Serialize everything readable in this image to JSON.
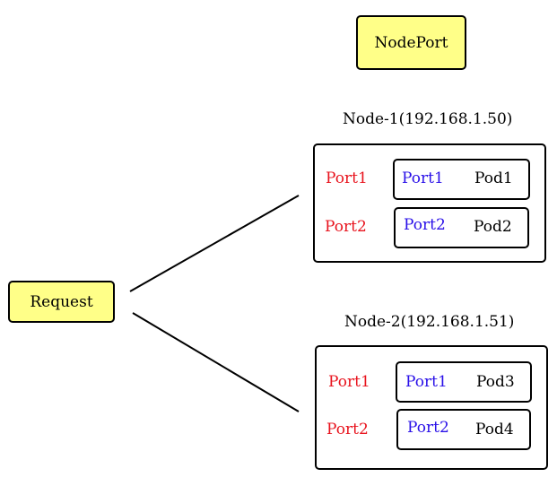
{
  "diagram": {
    "title": "NodePort",
    "request_label": "Request",
    "nodes": [
      {
        "title": "Node-1(192.168.1.50)",
        "ports": [
          "Port1",
          "Port2"
        ],
        "pods": [
          {
            "port": "Port1",
            "name": "Pod1"
          },
          {
            "port": "Port2",
            "name": "Pod2"
          }
        ]
      },
      {
        "title": "Node-2(192.168.1.51)",
        "ports": [
          "Port1",
          "Port2"
        ],
        "pods": [
          {
            "port": "Port1",
            "name": "Pod3"
          },
          {
            "port": "Port2",
            "name": "Pod4"
          }
        ]
      }
    ],
    "colors": {
      "box_fill": "#ffff88",
      "node_port_text": "#e8141e",
      "pod_port_text": "#2a10e8"
    }
  }
}
